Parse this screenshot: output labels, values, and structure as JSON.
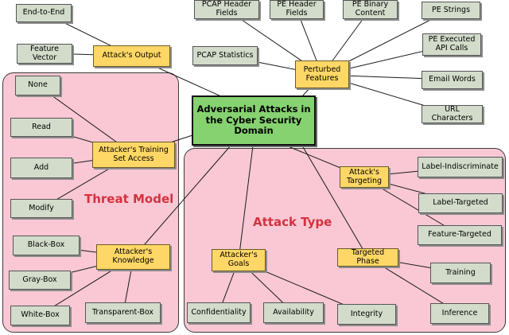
{
  "root": {
    "label": "Adversarial Attacks in the Cyber Security Domain"
  },
  "regions": {
    "threat_model": "Threat Model",
    "attack_type": "Attack Type"
  },
  "branches": {
    "attacks_output": "Attack's Output",
    "perturbed_features": "Perturbed Features",
    "training_set_access": "Attacker's Training Set Access",
    "knowledge": "Attacker's Knowledge",
    "goals": "Attacker's Goals",
    "targeting": "Attack's Targeting",
    "targeted_phase": "Targeted Phase"
  },
  "leaves": {
    "end_to_end": "End-to-End",
    "feature_vector": "Feature Vector",
    "pcap_header_fields": "PCAP Header Fields",
    "pe_header_fields": "PE Header Fields",
    "pe_binary_content": "PE Binary Content",
    "pe_strings": "PE Strings",
    "pe_executed_api_calls": "PE Executed API Calls",
    "pcap_statistics": "PCAP Statistics",
    "email_words": "Email Words",
    "url_characters": "URL Characters",
    "none": "None",
    "read": "Read",
    "add": "Add",
    "modify": "Modify",
    "black_box": "Black-Box",
    "gray_box": "Gray-Box",
    "white_box": "White-Box",
    "transparent_box": "Transparent-Box",
    "confidentiality": "Confidentiality",
    "availability": "Availability",
    "integrity": "Integrity",
    "label_indiscriminate": "Label-Indiscriminate",
    "label_targeted": "Label-Targeted",
    "feature_targeted": "Feature-Targeted",
    "training": "Training",
    "inference": "Inference"
  },
  "colors": {
    "root_fill": "#86d271",
    "branch_fill": "#fed766",
    "leaf_fill": "#d3dccb",
    "region_fill": "#f9c8d4",
    "region_label": "#d3323f"
  }
}
